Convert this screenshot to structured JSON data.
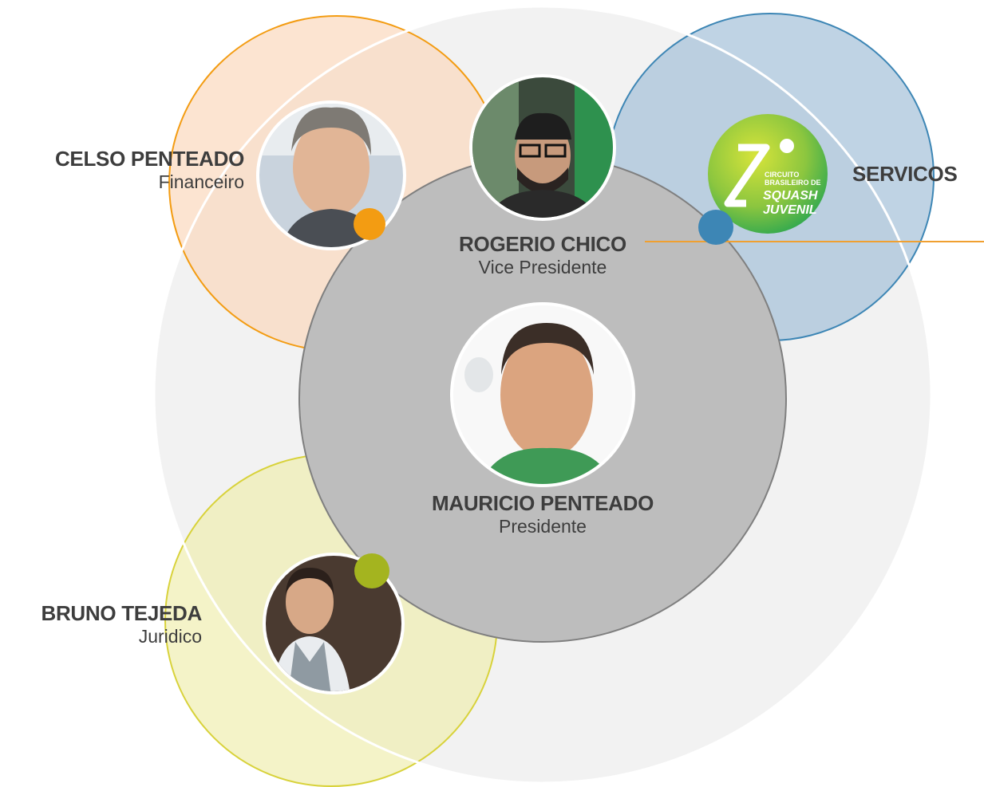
{
  "members": {
    "celso": {
      "name": "CELSO PENTEADO",
      "role": "Financeiro",
      "color": "#f39c12"
    },
    "rogerio": {
      "name": "ROGERIO CHICO",
      "role": "Vice Presidente",
      "color": "#f0a030"
    },
    "mauricio": {
      "name": "MAURICIO PENTEADO",
      "role": "Presidente",
      "color": "#bdbdbd"
    },
    "bruno": {
      "name": "BRUNO TEJEDA",
      "role": "Juridico",
      "color": "#a4b41f"
    }
  },
  "servicos": {
    "label": "SERVICOS",
    "color": "#3d86b5"
  },
  "logo": {
    "line1": "CIRCUITO",
    "line2": "BRASILEIRO DE",
    "line3": "SQUASH",
    "line4": "JUVENIL",
    "color": "#8cc63f"
  }
}
